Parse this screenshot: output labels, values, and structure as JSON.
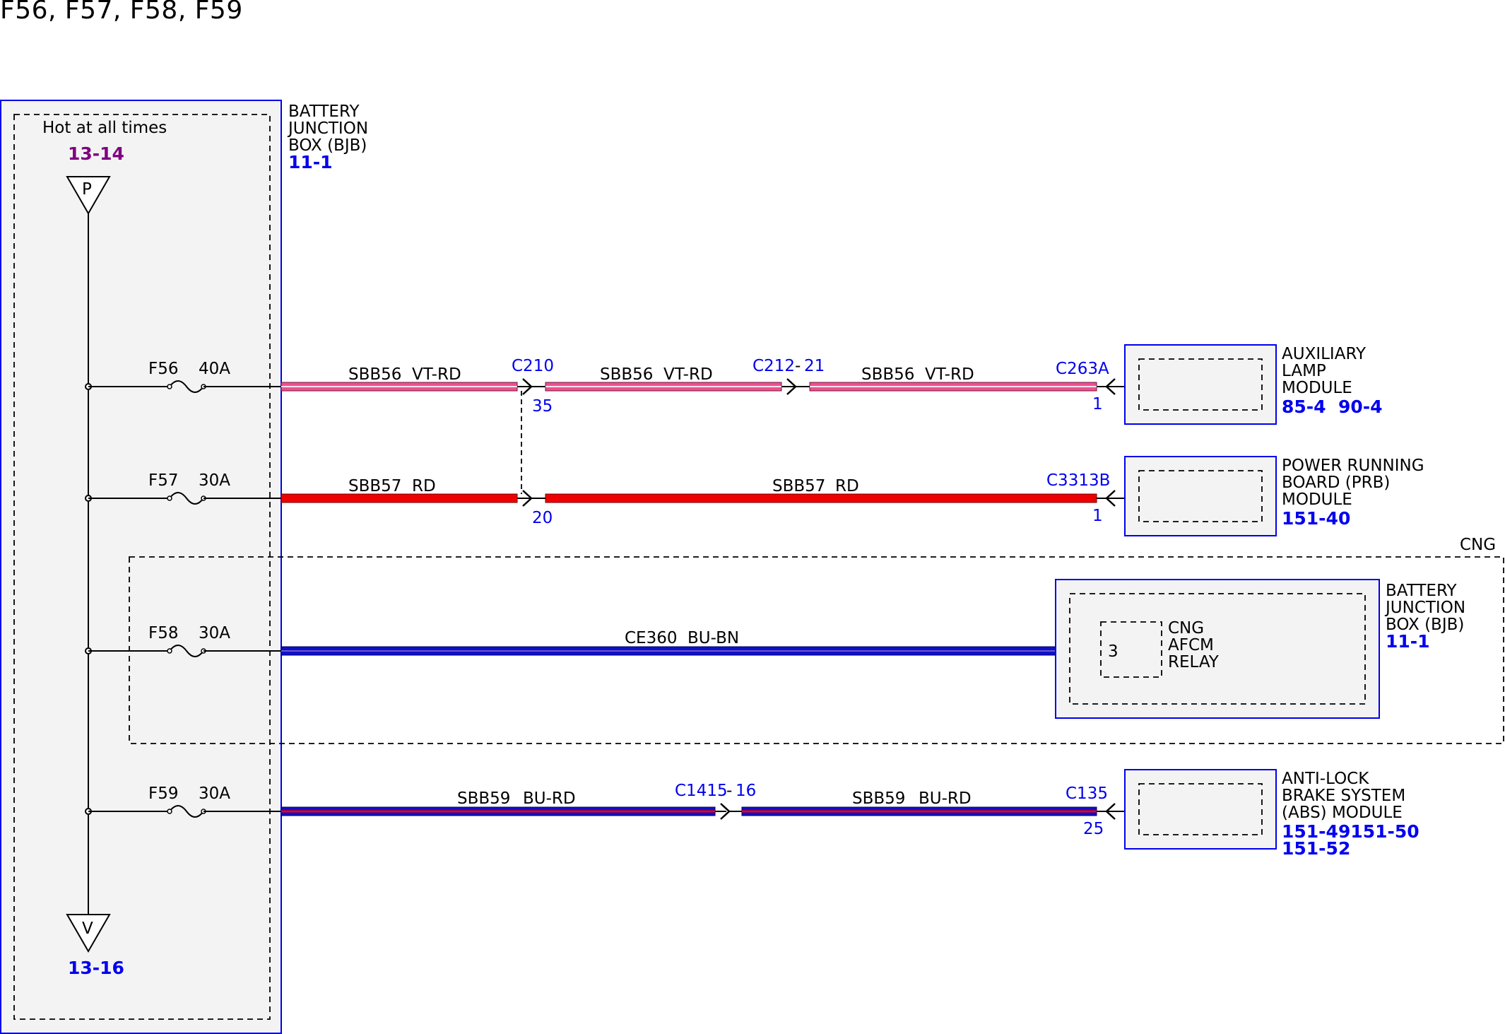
{
  "title": "F56, F57, F58, F59",
  "bjb": {
    "name_line1": "BATTERY",
    "name_line2": "JUNCTION",
    "name_line3": "BOX (BJB)",
    "ref": "11-1",
    "hot_label": "Hot at all times",
    "top_ref": "13-14",
    "top_terminal": "P",
    "bottom_ref": "13-16",
    "bottom_terminal": "V"
  },
  "fuses": [
    {
      "name": "F56",
      "rating": "40A"
    },
    {
      "name": "F57",
      "rating": "30A"
    },
    {
      "name": "F58",
      "rating": "30A"
    },
    {
      "name": "F59",
      "rating": "30A"
    }
  ],
  "circuits": {
    "f56_seg1": {
      "circuit": "SBB56",
      "color": "VT-RD"
    },
    "f56_seg2": {
      "circuit": "SBB56",
      "color": "VT-RD"
    },
    "f56_seg3": {
      "circuit": "SBB56",
      "color": "VT-RD"
    },
    "f57_seg1": {
      "circuit": "SBB57",
      "color": "RD"
    },
    "f57_seg2": {
      "circuit": "SBB57",
      "color": "RD"
    },
    "f58_seg1": {
      "circuit": "CE360",
      "color": "BU-BN"
    },
    "f59_seg1": {
      "circuit": "SBB59",
      "color": "BU-RD"
    },
    "f59_seg2": {
      "circuit": "SBB59",
      "color": "BU-RD"
    }
  },
  "connectors": {
    "c210": {
      "name": "C210",
      "pin_f56": "35",
      "pin_f57": "20"
    },
    "c212": {
      "name": "C212",
      "sep": "-",
      "pin": "21"
    },
    "c263a": {
      "name": "C263A",
      "pin": "1"
    },
    "c3313b": {
      "name": "C3313B",
      "pin": "1"
    },
    "c1415": {
      "name": "C1415",
      "sep": "-",
      "pin": "16"
    },
    "c135": {
      "name": "C135",
      "pin": "25"
    },
    "cng_relay_pin": "3"
  },
  "modules": {
    "aux_lamp": {
      "line1": "AUXILIARY",
      "line2": "LAMP",
      "line3": "MODULE",
      "refs": "85-4  90-4"
    },
    "prb": {
      "line1": "POWER RUNNING",
      "line2": "BOARD (PRB)",
      "line3": "MODULE",
      "refs": "151-40"
    },
    "cng_bjb": {
      "line1": "BATTERY",
      "line2": "JUNCTION",
      "line3": "BOX (BJB)",
      "refs": "11-1",
      "relay_line1": "CNG",
      "relay_line2": "AFCM",
      "relay_line3": "RELAY"
    },
    "abs": {
      "line1": "ANTI-LOCK",
      "line2": "BRAKE SYSTEM",
      "line3": "(ABS) MODULE",
      "refs_line1": "151-49151-50",
      "refs_line2": "151-52"
    }
  },
  "cng_option_label": "CNG",
  "colors": {
    "frame_blue": "#0000ee",
    "wire_violet_red": "#ee4f8f",
    "wire_red": "#ee0000",
    "wire_blue": "#1010c8",
    "panel_fill": "#f3f3f3"
  }
}
